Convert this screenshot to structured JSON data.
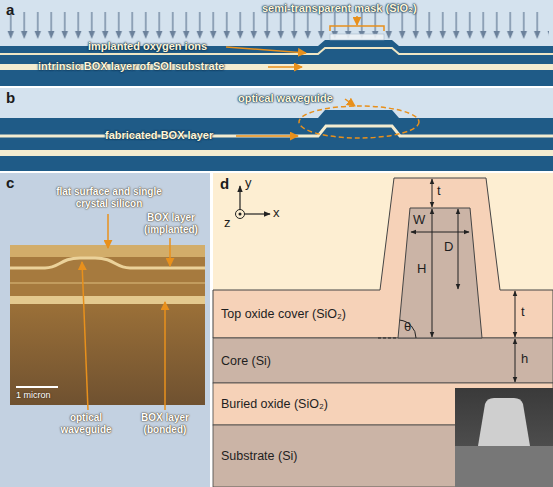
{
  "diagram": {
    "nodes": [
      {
        "text": [
          "a"
        ]
      },
      {
        "text": [
          "b"
        ]
      },
      {
        "text": [
          "c"
        ]
      },
      {
        "text": [
          "d"
        ]
      },
      {
        "text": [
          "Top oxide cover (SiO₂)"
        ],
        "in": 3
      },
      {
        "text": [
          "Core (Si)"
        ],
        "in": 3
      },
      {
        "text": [
          "Buried oxide (SiO₂)"
        ],
        "in": 3
      },
      {
        "text": [
          "Substrate (Si)"
        ],
        "in": 3
      }
    ],
    "labels": [
      "semi-transparent mask (SiO₂)",
      "implanted oxygen ions",
      "intrinsic BOX layer of SOI substrate",
      "optical waveguide",
      "fabricated BOX layer",
      "flat surface and single crystal silicon",
      "BOX layer (implanted)",
      "1 micron",
      "optical waveguide",
      "BOX layer (bonded)",
      "y",
      "z",
      "x",
      "t",
      "W",
      "D",
      "H",
      "θ",
      "t",
      "h"
    ]
  }
}
